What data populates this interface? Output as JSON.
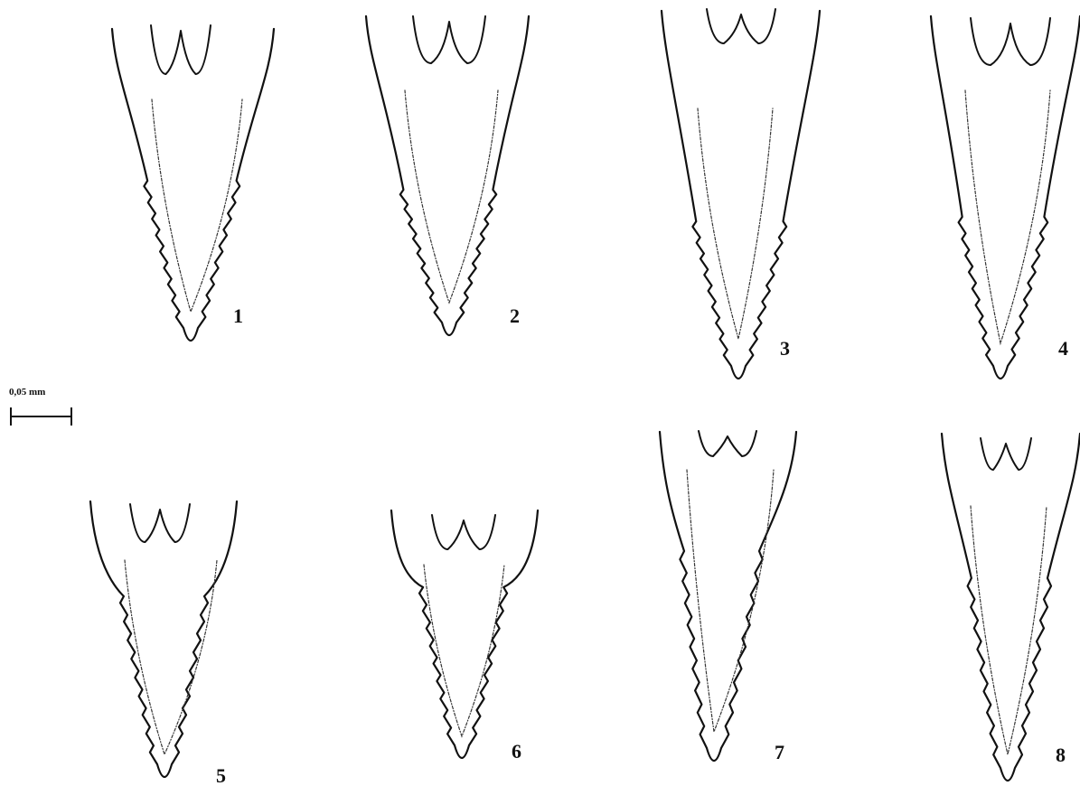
{
  "scale_bar": {
    "label": "0,05 mm"
  },
  "figures": [
    {
      "number": "1",
      "bottom_edge": "serrated"
    },
    {
      "number": "2",
      "bottom_edge": "serrated"
    },
    {
      "number": "3",
      "bottom_edge": "serrated"
    },
    {
      "number": "4",
      "bottom_edge": "serrated"
    },
    {
      "number": "5",
      "bottom_edge": "serrated"
    },
    {
      "number": "6",
      "bottom_edge": "serrated"
    },
    {
      "number": "7",
      "bottom_edge": "serrated"
    },
    {
      "number": "8",
      "bottom_edge": "serrated"
    }
  ],
  "colors": {
    "line": "#111111",
    "background": "#ffffff"
  }
}
